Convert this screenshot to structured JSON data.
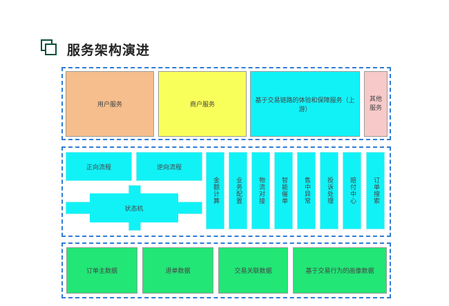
{
  "page": {
    "title": "服务架构演进"
  },
  "top_row": {
    "user_service": "用户服务",
    "merchant_service": "商户服务",
    "trade_chain_service": "基于交易链路的体验和保障服务（上游）",
    "other_service": "其他服务"
  },
  "middle_row": {
    "forward_flow": "正向流程",
    "reverse_flow": "逆向流程",
    "state_machine": "状态机",
    "columns": [
      "金额计算",
      "业务配置",
      "物流对接",
      "智能催单",
      "售中异常",
      "投诉处理",
      "赔付中心",
      "订单搜索"
    ]
  },
  "bottom_row": {
    "order_main_data": "订单主数据",
    "refund_data": "退单数据",
    "trade_relation_data": "交易关联数据",
    "trade_behavior_profile": "基于交易行为的画像数据"
  },
  "colors": {
    "panel_border": "#2f7bd6",
    "user_service": "#f5be8c",
    "merchant_service": "#f9ff5a",
    "cyan": "#11f2f7",
    "other_service": "#f7c9c9",
    "data_green": "#22e676"
  }
}
